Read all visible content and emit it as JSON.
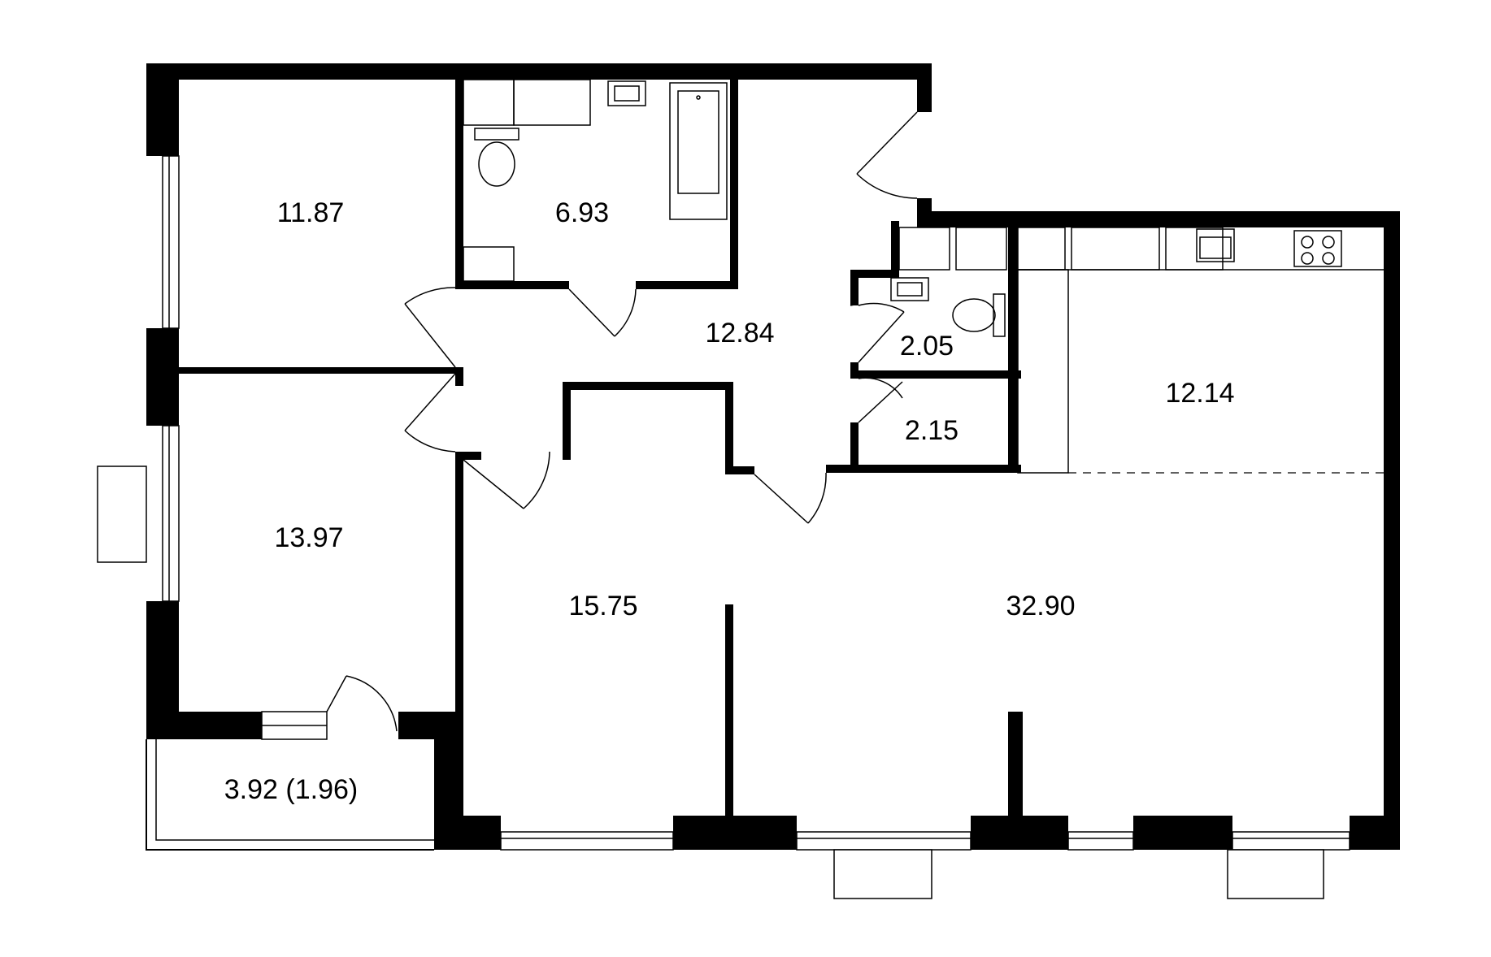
{
  "plan": {
    "rooms": [
      {
        "id": "bedroom-1",
        "area": "11.87"
      },
      {
        "id": "bathroom",
        "area": "6.93"
      },
      {
        "id": "hallway",
        "area": "12.84"
      },
      {
        "id": "toilet",
        "area": "2.05"
      },
      {
        "id": "storage",
        "area": "2.15"
      },
      {
        "id": "kitchen",
        "area": "12.14"
      },
      {
        "id": "bedroom-2",
        "area": "13.97"
      },
      {
        "id": "bedroom-3",
        "area": "15.75"
      },
      {
        "id": "living-room",
        "area": "32.90"
      },
      {
        "id": "balcony",
        "area": "3.92 (1.96)"
      }
    ],
    "colors": {
      "wall": "#000000",
      "background": "#ffffff"
    }
  }
}
